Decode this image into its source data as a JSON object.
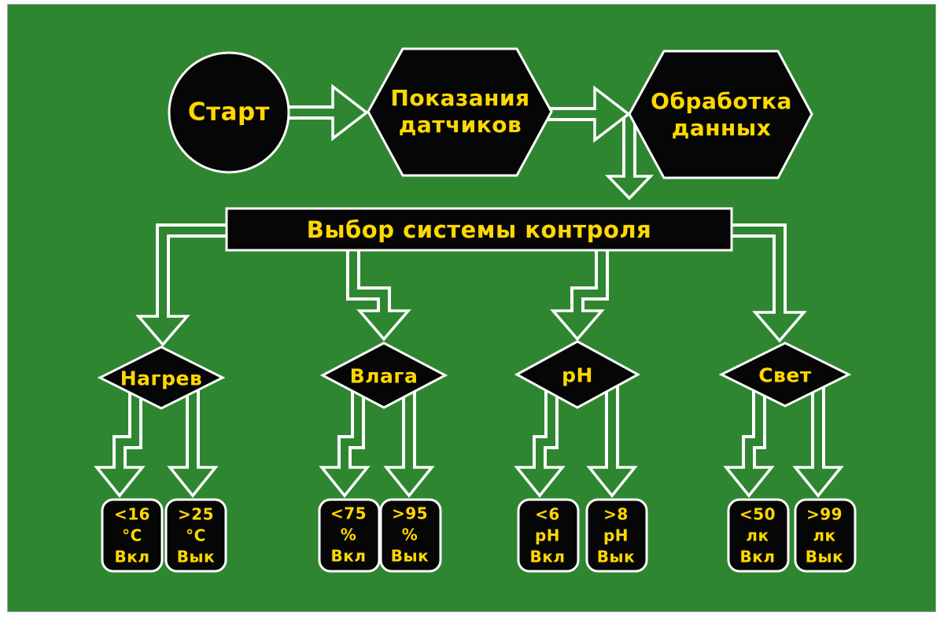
{
  "colors": {
    "background_green": "#2e8631",
    "shape_fill_black": "#060606",
    "text_yellow": "#ffd800",
    "outline_white": "#ffffff"
  },
  "flowchart": {
    "nodes": {
      "start": {
        "shape": "circle",
        "label": "Старт"
      },
      "sensors": {
        "shape": "hexagon",
        "label": "Показания\nдатчиков"
      },
      "processing": {
        "shape": "hexagon",
        "label": "Обработка\nданных"
      },
      "selector": {
        "shape": "rectangle",
        "label": "Выбор системы контроля"
      },
      "heat": {
        "shape": "diamond",
        "label": "Нагрев"
      },
      "moisture": {
        "shape": "diamond",
        "label": "Влага"
      },
      "ph": {
        "shape": "diamond",
        "label": "pH"
      },
      "light": {
        "shape": "diamond",
        "label": "Свет"
      }
    },
    "outcomes": {
      "heat_on": {
        "label": "<16\n°C\nВкл"
      },
      "heat_off": {
        "label": ">25\n°C\nВык"
      },
      "moisture_on": {
        "label": "<75\n%\nВкл"
      },
      "moisture_off": {
        "label": ">95\n%\nВык"
      },
      "ph_on": {
        "label": "<6\npH\nВкл"
      },
      "ph_off": {
        "label": ">8\npH\nВык"
      },
      "light_on": {
        "label": "<50\nлк\nВкл"
      },
      "light_off": {
        "label": ">99\nлк\nВык"
      }
    }
  }
}
